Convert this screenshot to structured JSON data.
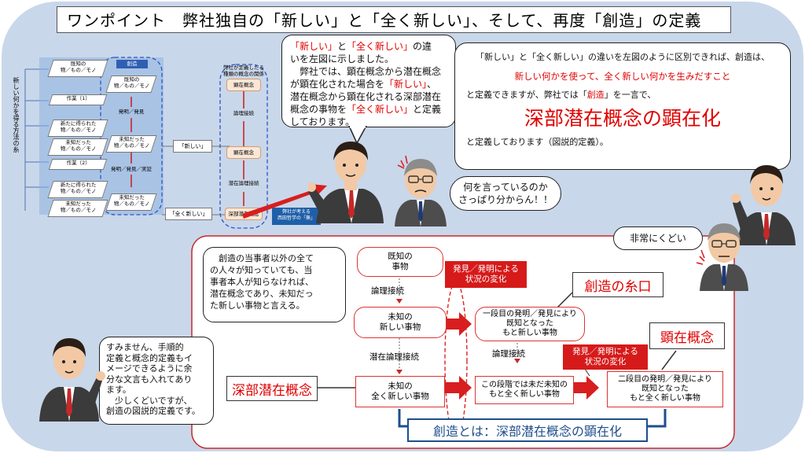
{
  "title": "ワンポイント　弊社独自の「新しい」と「全く新しい」、そして、再度「創造」の定義",
  "mini_diagram": {
    "vertical_label": "新しい何かを得る方法の糸",
    "left_items": [
      "既知の\n物／もの／モノ",
      "作業（1）",
      "新たに得られた\n物／もの／モノ",
      "未知だった\n物／もの／モノ",
      "作業（2）",
      "新たに得られた\n物／もの／モノ",
      "未知だった\n物／もの／モノ"
    ],
    "center_header": "創造",
    "center_items": [
      "既知の\n物／もの／モノ",
      "発明／発見",
      "未知だった\n物／もの／モノ",
      "発明／発見／実証",
      "未知だった\n物／もの／モノ"
    ],
    "label_new": "「新しい」",
    "label_all_new": "「全く新しい」",
    "right_header": "弊社が定義したる\n種類の概念の関係",
    "right_items": [
      "顕在概念",
      "論理接続",
      "顕在概念",
      "潜在論理接続",
      "深部潜在概念"
    ],
    "blue_tag": "弊社が考える\n西田哲学の「無」"
  },
  "bubble_top_center": {
    "lines": [
      [
        {
          "t": "「新しい」",
          "red": true
        },
        {
          "t": "と",
          "red": false
        },
        {
          "t": "「全く新しい」",
          "red": true
        },
        {
          "t": "の違",
          "red": false
        }
      ],
      [
        {
          "t": "いを左図に示しました。",
          "red": false
        }
      ],
      [
        {
          "t": "　弊社では、顕在概念から潜在概念",
          "red": false
        }
      ],
      [
        {
          "t": "が顕在化された場合を",
          "red": false
        },
        {
          "t": "「新しい」",
          "red": true
        },
        {
          "t": "、",
          "red": false
        }
      ],
      [
        {
          "t": "潜在概念から顕在化される深部潜在",
          "red": false
        }
      ],
      [
        {
          "t": "概念の事物を",
          "red": false
        },
        {
          "t": "「全く新しい」",
          "red": true
        },
        {
          "t": "と定義",
          "red": false
        }
      ],
      [
        {
          "t": "しております。",
          "red": false
        }
      ]
    ]
  },
  "bubble_confused": "何を言っているのか\nさっぱり分からん！！",
  "bubble_top_right": {
    "line1": "「新しい」と「全く新しい」の違いを左図のように区別できれば、創造は、",
    "line2": "新しい何かを使って、全く新しい何かを生みだすこと",
    "line3a": "と定義できますが、弊社では「",
    "line3b": "創造",
    "line3c": "」を一言で、",
    "big": "深部潜在概念の顕在化",
    "line4": "と定義しております（図説的定義）。"
  },
  "bubble_annoyed": "非常にくどい",
  "bubble_mid_left": "　創造の当事者以外の全て\nの人々が知っていても、当\n事者本人が知らなければ、\n潜在概念であり、未知だっ\nた新しい事物と言える。",
  "bubble_bottom_left": "すみません、手順的\n定義と概念的定義もイ\nメージできるように余\n分な文言も入れてあり\nます。\n　少しくどいですが、\n創造の図説的定義です。",
  "main_diagram": {
    "known": "既知の\n事物",
    "logic_link": "論理接続",
    "unknown_new": "未知の\n新しい事物",
    "latent_link": "潜在論理接続",
    "unknown_all_new": "未知の\n全く新しい事物",
    "change_tag_1": "発見／発明による\n状況の変化",
    "first_stage": "一段目の発明／発見により\n既知となった\nもと新しい事物",
    "logic_link_2": "論理接続",
    "at_this_stage": "この段階では未だ未知の\nもと全く新しい事物",
    "change_tag_2": "発見／発明による\n状況の変化",
    "second_stage": "二段目の発明／発見により\n既知となった\nもと全く新しい事物",
    "label_deep": "深部潜在概念",
    "label_origin": "創造の糸口",
    "label_manifest": "顕在概念",
    "banner": "創造とは：深部潜在概念の顕在化"
  },
  "colors": {
    "background_blue": "#c9d7ea",
    "accent_red": "#e00000",
    "tag_red": "#d61a1a",
    "banner_blue": "#1f4e8c",
    "arrow_red": "#d81e1e"
  }
}
